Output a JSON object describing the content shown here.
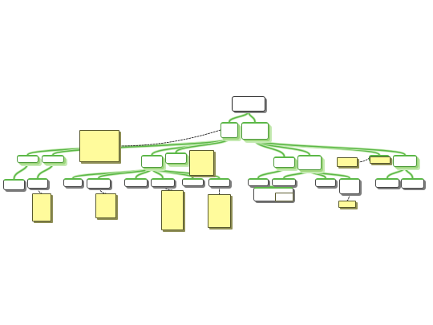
{
  "root": {
    "text": ""
  },
  "branches": [
    {
      "id": "b1",
      "text": ""
    },
    {
      "id": "b2",
      "text": ""
    }
  ],
  "topics": [
    {
      "id": "t1",
      "text": ""
    },
    {
      "id": "t2",
      "text": ""
    },
    {
      "id": "t3",
      "text": ""
    },
    {
      "id": "t4",
      "text": ""
    },
    {
      "id": "t5",
      "text": ""
    },
    {
      "id": "t6",
      "text": ""
    },
    {
      "id": "t7",
      "text": ""
    },
    {
      "id": "t8",
      "text": ""
    }
  ],
  "subtopics": [
    {
      "id": "s1",
      "text": ""
    },
    {
      "id": "s2",
      "text": ""
    },
    {
      "id": "s3",
      "text": ""
    },
    {
      "id": "s4",
      "text": ""
    },
    {
      "id": "s5",
      "text": ""
    },
    {
      "id": "s6",
      "text": ""
    },
    {
      "id": "s7",
      "text": ""
    },
    {
      "id": "s8",
      "text": ""
    },
    {
      "id": "s9",
      "text": ""
    },
    {
      "id": "s10",
      "text": ""
    },
    {
      "id": "s11",
      "text": ""
    },
    {
      "id": "s12",
      "text": ""
    },
    {
      "id": "s13",
      "text": ""
    },
    {
      "id": "s14",
      "text": ""
    },
    {
      "id": "s15",
      "text": ""
    }
  ],
  "notes": [
    {
      "id": "n1",
      "text": ""
    },
    {
      "id": "n2",
      "text": ""
    },
    {
      "id": "n3",
      "text": ""
    },
    {
      "id": "n4",
      "text": ""
    },
    {
      "id": "n5",
      "text": ""
    },
    {
      "id": "n6",
      "text": ""
    },
    {
      "id": "n7",
      "text": ""
    },
    {
      "id": "n8",
      "text": ""
    },
    {
      "id": "n9",
      "text": ""
    },
    {
      "id": "n10",
      "text": ""
    }
  ],
  "colors": {
    "branch_line": "#5cb848",
    "branch_shadow": "#c6eab4",
    "note_fill": "#fffb9c",
    "note_link": "#222222"
  }
}
